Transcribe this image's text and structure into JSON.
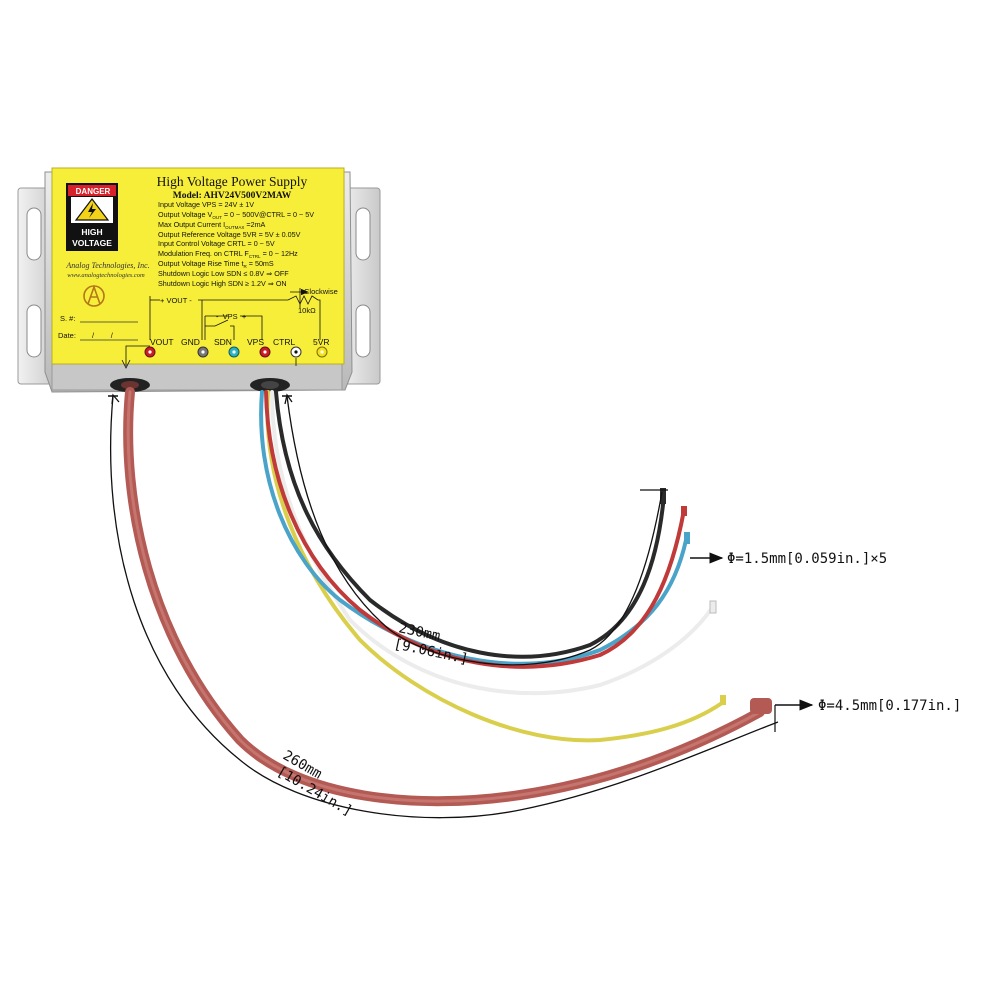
{
  "label": {
    "title": "High Voltage Power Supply",
    "model": "Model: AHV24V500V2MAW",
    "warning": {
      "header": "DANGER",
      "line1": "HIGH",
      "line2": "VOLTAGE"
    },
    "company": "Analog Technologies, Inc.",
    "website": "www.analogtechnologies.com",
    "specs": [
      "Input Voltage VPS = 24V ± 1V",
      "Output Voltage V",
      "Max Output Current I",
      "Output Reference Voltage 5VR = 5V ± 0.05V",
      "Input Control Voltage CRTL = 0 ~ 5V",
      "Modulation Freq. on CTRL F",
      "Output Voltage Rise Time t",
      "Shutdown Logic Low SDN ≤ 0.8V ⇒ OFF",
      "Shutdown Logic High SDN ≥ 1.2V ⇒ ON"
    ],
    "spec_subscripts": {
      "vout": "OUT",
      "iout": "OUTMAX",
      "fctrl": "CTRL",
      "tr": "R"
    },
    "spec_tails": {
      "vout": " = 0 ~ 500V@CTRL = 0 ~ 5V",
      "iout": " =2mA",
      "fctrl": " = 0 ~ 12Hz",
      "tr": " = 50mS"
    },
    "serial_label": "S. #:",
    "date_label": "Date:",
    "date_sep": "/        /",
    "circuit": {
      "vout_bracket": "+ VOUT -",
      "vps_bracket": "-  VPS  +",
      "clockwise": "Clockwise",
      "pot": "10kΩ"
    },
    "terminals": [
      "VOUT",
      "GND",
      "SDN",
      "VPS",
      "CTRL",
      "5VR"
    ]
  },
  "dimensions": {
    "short_wire_length": "230mm",
    "short_wire_length_in": "[9.06in.]",
    "long_wire_length": "260mm",
    "long_wire_length_in": "[10.24in.]",
    "thin_wire_diameter": "Φ=1.5mm[0.059in.]×5",
    "thick_wire_diameter": "Φ=4.5mm[0.177in.]"
  },
  "colors": {
    "label_yellow": "#f7ee3a",
    "housing": "#d7d7d7",
    "wire_red_thick": "#b35a55",
    "wire_red": "#c03a3a",
    "wire_blue": "#4aa3c8",
    "wire_black": "#2a2a2a",
    "wire_white": "#f4f4f4",
    "wire_yellow": "#d9cf4c",
    "terminal_red": "#c81e2a",
    "terminal_gray": "#777777",
    "terminal_cyan": "#2fb3c3",
    "terminal_white": "#ffffff",
    "terminal_yellow": "#f5e11a"
  }
}
